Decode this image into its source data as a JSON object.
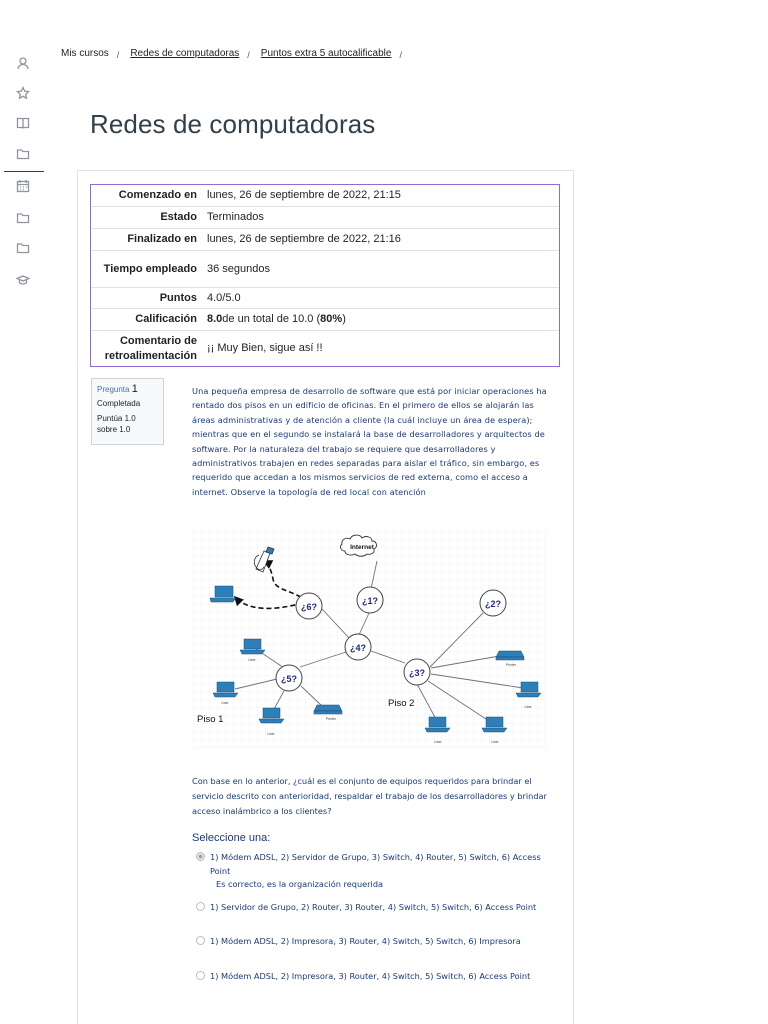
{
  "nav_rail": {
    "items": [
      {
        "icon": "user-icon"
      },
      {
        "icon": "star-icon"
      },
      {
        "icon": "book-icon"
      },
      {
        "icon": "folder-icon"
      },
      {
        "icon": "calendar-icon"
      },
      {
        "icon": "folder-icon"
      },
      {
        "icon": "folder-icon"
      },
      {
        "icon": "graduation-cap-icon"
      }
    ]
  },
  "breadcrumb": {
    "items": [
      "Mis cursos",
      "Redes de computadoras",
      "Puntos extra 5 autocalificable"
    ],
    "separator": "/"
  },
  "page_title": "Redes de computadoras",
  "summary": {
    "rows": [
      {
        "label": "Comenzado en",
        "value": "lunes, 26 de septiembre de 2022, 21:15"
      },
      {
        "label": "Estado",
        "value": "Terminados"
      },
      {
        "label": "Finalizado en",
        "value": "lunes, 26 de septiembre de 2022, 21:16"
      },
      {
        "label": "Tiempo empleado",
        "value": "36 segundos"
      },
      {
        "label": "Puntos",
        "value": "4.0/5.0"
      },
      {
        "label": "Calificación",
        "value_bold": "8.0",
        "value_rest": " de un total de 10.0 (",
        "value_pct": "80%",
        "value_end": ")"
      },
      {
        "label": "Comentario de retroalimentación",
        "value": "¡¡ Muy Bien, sigue así !!"
      }
    ]
  },
  "question_info": {
    "label": "Pregunta",
    "number": "1",
    "state": "Completada",
    "score_line1": "Puntúa 1.0",
    "score_line2": "sobre 1.0"
  },
  "question_text": "Una pequeña empresa de desarrollo de software que está por iniciar operaciones ha rentado dos pisos en un edificio de oficinas. En el primero de ellos se alojarán las áreas administrativas y de atención a cliente (la cuál incluye un área de espera); mientras que en el segundo se instalará la base de desarrolladores y arquitectos de software. Por la naturaleza del trabajo se requiere que desarrolladores y administrativos trabajen en redes separadas para aislar el tráfico, sin embargo, es requerido que accedan a los mismos servicios de red externa, como el acceso a internet. Observe la topología de red local con atención",
  "diagram": {
    "cloud_label": "Internet",
    "nodes": [
      "¿1?",
      "¿2?",
      "¿3?",
      "¿4?",
      "¿5?",
      "¿6?"
    ],
    "floor1": "Piso 1",
    "floor2": "Piso 2",
    "device_labels": [
      "User",
      "User",
      "User",
      "Printer",
      "Printer",
      "User",
      "User",
      "User"
    ]
  },
  "prompt": "Con base en lo anterior, ¿cuál es el conjunto de equipos requeridos para brindar el servicio descrito con anterioridad, respaldar el trabajo de los desarrolladores y brindar acceso inalámbrico a los clientes?",
  "select_label": "Seleccione una:",
  "answers": [
    {
      "text": "1) Módem ADSL, 2) Servidor de Grupo, 3) Switch, 4) Router, 5) Switch, 6) Access Point",
      "checked": true
    },
    {
      "text": "1) Servidor de Grupo, 2) Router, 3) Router, 4) Switch, 5) Switch, 6) Access Point",
      "checked": false
    },
    {
      "text": "1) Módem ADSL, 2) Impresora, 3) Router, 4) Switch, 5) Switch, 6) Impresora",
      "checked": false
    },
    {
      "text": "1) Módem ADSL, 2) Impresora, 3) Router, 4) Switch, 5) Switch, 6) Access Point",
      "checked": false
    }
  ],
  "feedback": "Es correcto, es la organización requerida",
  "colors": {
    "accent_border": "#8e6bd8",
    "text_blue": "#1a3a7a",
    "title": "#33404a"
  }
}
